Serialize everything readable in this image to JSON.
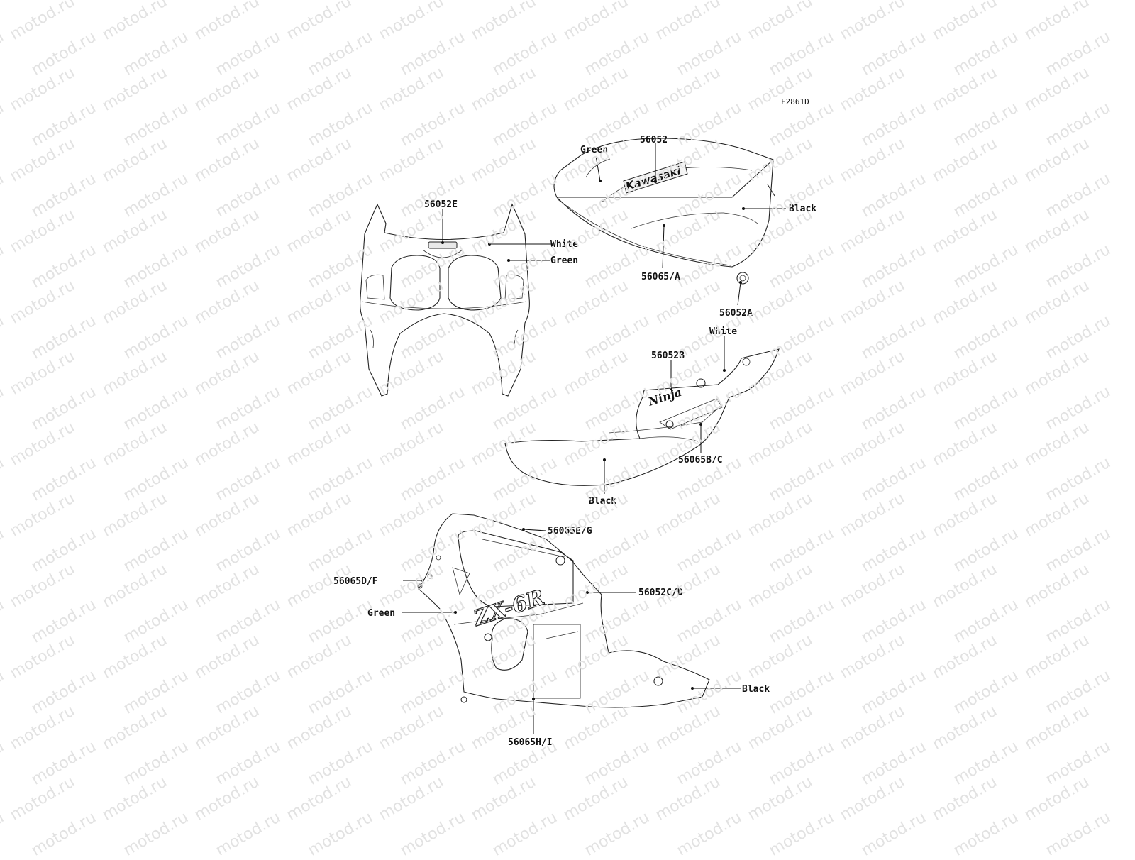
{
  "diagram_code": "F2861D",
  "watermark": "motod.ru",
  "logos": {
    "tank": "Kawasaki",
    "tail": "Ninja",
    "side": "ZX-6R"
  },
  "labels": {
    "green_tank": "Green",
    "p56052": "56052",
    "black_tank": "Black",
    "p56065a": "56065/A",
    "p56052a": "56052A",
    "p56052e": "56052E",
    "white_fair": "White",
    "green_fair": "Green",
    "white_tail": "White",
    "p56052b": "56052B",
    "p56065bc": "56065B/C",
    "black_tail": "Black",
    "p56065eg": "56065E/G",
    "p56065df": "56065D/F",
    "p56052cd": "56052C/D",
    "green_side": "Green",
    "black_side": "Black",
    "p56065hi": "56065H/I"
  },
  "colors": {
    "line": "#222222",
    "watermark": "#e2e2e2"
  }
}
